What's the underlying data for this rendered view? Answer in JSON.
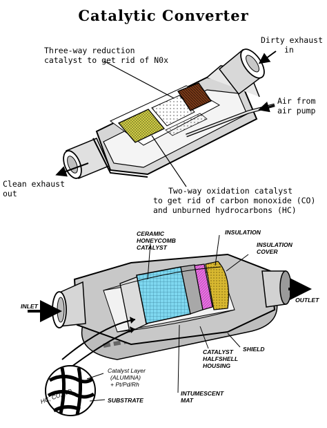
{
  "title": "Catalytic Converter",
  "top_diagram": {
    "label_three_way": [
      "Three-way reduction",
      "catalyst to get rid of N0x"
    ],
    "label_dirty": [
      "Dirty exhaust",
      "in"
    ],
    "label_air": [
      "Air from",
      "air pump"
    ],
    "label_clean": [
      "Clean exhaust",
      "out"
    ],
    "label_two_way": [
      "Two-way oxidation catalyst",
      "to get rid of carbon monoxide (CO)",
      "and unburned hydrocarbons (HC)"
    ]
  },
  "bottom_diagram": {
    "ceramic": [
      "CERAMIC",
      "HONEYCOMB",
      "CATALYST"
    ],
    "insulation": "INSULATION",
    "insulation_cover": [
      "INSULATION",
      "COVER"
    ],
    "inlet": "INLET",
    "outlet": "OUTLET",
    "shield": "SHIELD",
    "halfshell": [
      "CATALYST",
      "HALFSHELL",
      "HOUSING"
    ],
    "catalyst_layer": [
      "Catalyst Layer",
      "(ALUMINA)",
      "+ Pt/Pd/Rh"
    ],
    "substrate": "SUBSTRATE",
    "intumescent": [
      "INTUMESCENT",
      "MAT"
    ],
    "gases": "HC, CO, NO"
  },
  "colors": {
    "yellow_catalyst": "#d9d64a",
    "brown_catalyst": "#7a3a18",
    "cyan_catalyst": "#7fd8f0",
    "magenta_catalyst": "#e66fe0",
    "gold_insulation": "#d8b830",
    "shell_gray": "#c8c8c8"
  }
}
